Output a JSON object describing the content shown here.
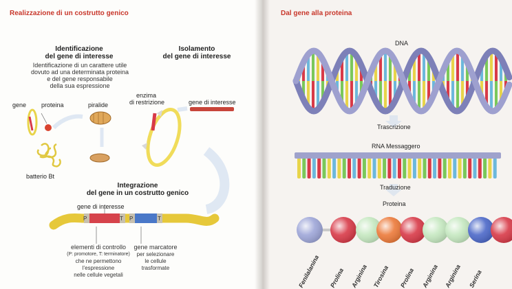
{
  "left": {
    "title": "Realizzazione di un costrutto genico",
    "identification": {
      "heading_l1": "Identificazione",
      "heading_l2": "del gene di interesse",
      "desc": [
        "Identificazione di un carattere utile",
        "dovuto ad una determinata proteina",
        "e del gene responsabile",
        "della sua espressione"
      ]
    },
    "isolation": {
      "heading_l1": "Isolamento",
      "heading_l2": "del gene di interesse"
    },
    "labels": {
      "gene": "gene",
      "protein": "proteina",
      "pyralid": "piralide",
      "bacterium": "batterio Bt",
      "enzyme_l1": "enzima",
      "enzyme_l2": "di restrizione",
      "gene_of_interest": "gene di interesse",
      "gene_of_interest_2": "gene di interesse",
      "P1": "P",
      "T1": "T",
      "P2": "P",
      "T2": "T"
    },
    "integration": {
      "heading_l1": "Integrazione",
      "heading_l2": "del gene in un costrutto genico"
    },
    "control": {
      "lines": [
        "elementi di controllo",
        "(P: promotore, T: terminatore)",
        "che ne permettono",
        "l'espressione",
        "nelle cellule vegetali"
      ]
    },
    "marker": {
      "lines": [
        "gene marcatore",
        "per selezionare",
        "le cellule",
        "trasformate"
      ]
    }
  },
  "right": {
    "title": "Dal gene alla proteina",
    "dna": "DNA",
    "transcription": "Trascrizione",
    "mrna": "RNA Messaggero",
    "translation": "Traduzione",
    "protein": "Proteina",
    "amino_acids": [
      "Fenilalanina",
      "Prolina",
      "Arginina",
      "Tirosina",
      "Prolina",
      "Arginina",
      "Arginina",
      "Serina"
    ],
    "bead_colors": [
      "#9ea6d8",
      "#d83a48",
      "#c5e8c0",
      "#ec7a3a",
      "#d83a48",
      "#c5e8c0",
      "#c5e8c0",
      "#4c68c8",
      "#d83a48"
    ]
  }
}
